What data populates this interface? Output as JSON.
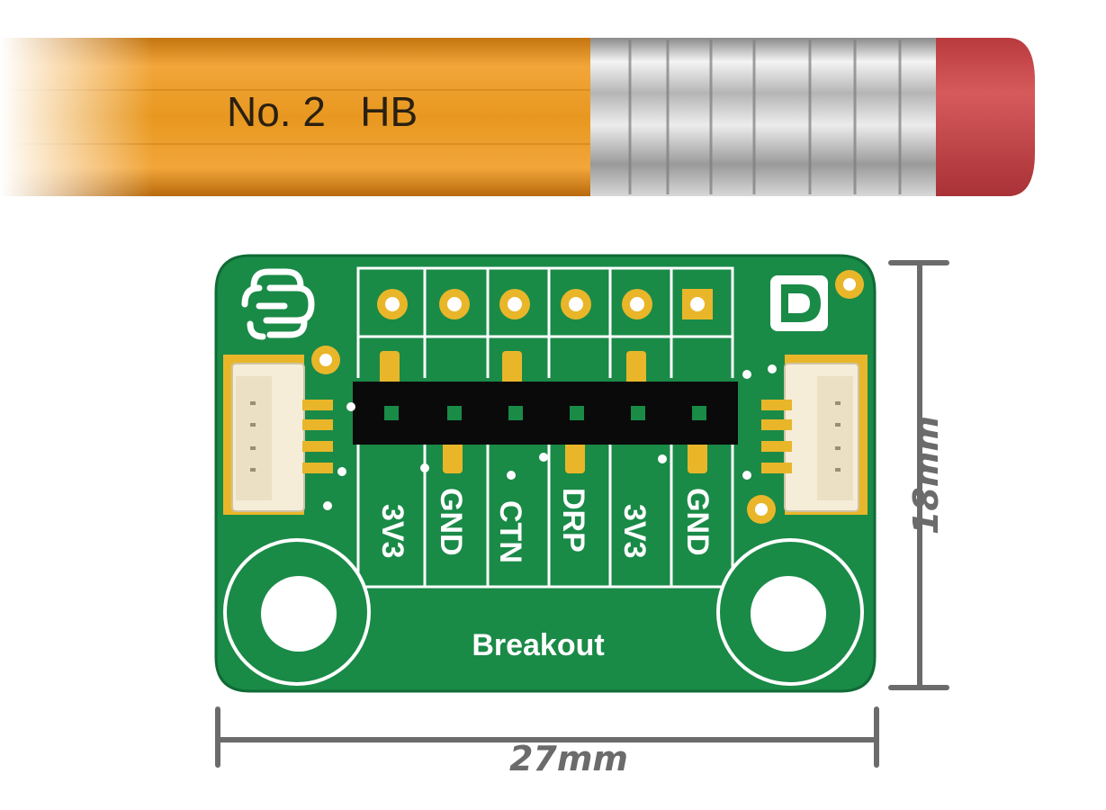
{
  "pencil": {
    "grade_text": "No. 2   HB"
  },
  "board": {
    "title": "Breakout",
    "pins": [
      "3V3",
      "GND",
      "CTN",
      "DRP",
      "3V3",
      "GND"
    ]
  },
  "dimensions": {
    "width": "27mm",
    "height": "18mm"
  },
  "colors": {
    "pcb_green": "#1a8a47",
    "pcb_edge": "#0f6b36",
    "pad_gold": "#e9b62a",
    "header_black": "#0a0a0a",
    "pencil_body": "#e8981f",
    "eraser": "#c8474a",
    "ferrule": "#c9c9c9",
    "dimension_gray": "#6b6b6b"
  }
}
